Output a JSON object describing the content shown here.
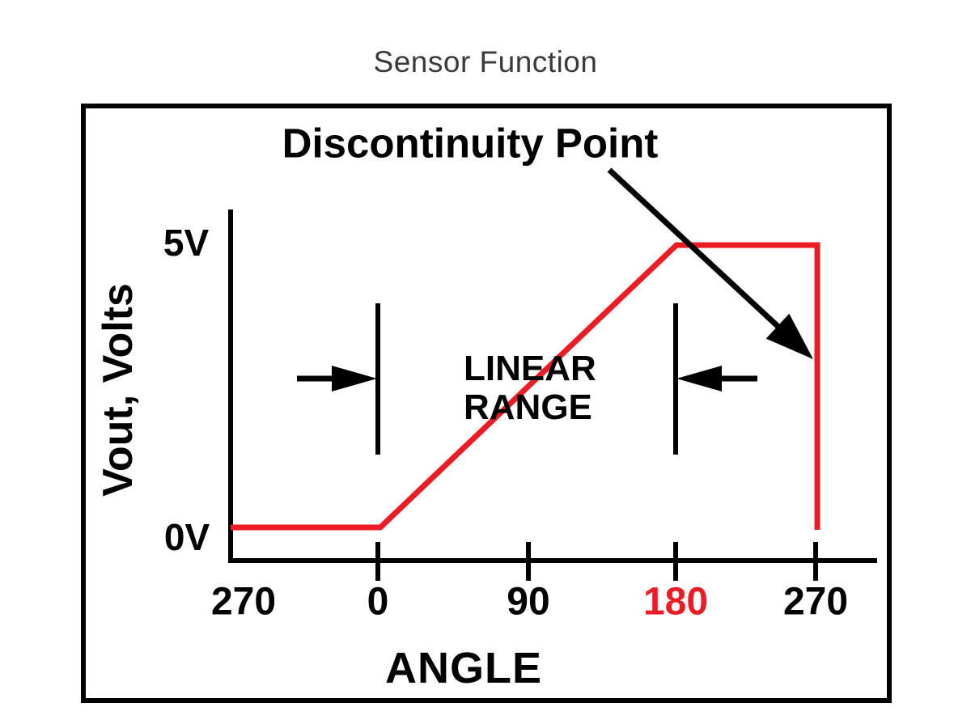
{
  "page": {
    "title": "Sensor Function"
  },
  "chart": {
    "heading": "Discontinuity Point",
    "y_axis": {
      "label": "Vout, Volts",
      "top_tick": "5V",
      "bottom_tick": "0V"
    },
    "x_axis": {
      "label": "ANGLE",
      "ticks": [
        {
          "label": "270",
          "highlight": false
        },
        {
          "label": "0",
          "highlight": false
        },
        {
          "label": "90",
          "highlight": false
        },
        {
          "label": "180",
          "highlight": true
        },
        {
          "label": "270",
          "highlight": false
        }
      ]
    },
    "range_annotation": {
      "line1": "LINEAR",
      "line2": "RANGE"
    }
  },
  "colors": {
    "curve-red": "#EC1C24",
    "tick-highlight": "#EC1C24",
    "ink": "#000000",
    "title-ink": "#3A3A3A"
  },
  "chart_data": {
    "type": "line",
    "title": "Sensor Function",
    "xlabel": "ANGLE",
    "ylabel": "Vout, Volts",
    "x_tick_labels": [
      "270",
      "0",
      "90",
      "180",
      "270"
    ],
    "x_tick_values_deg": [
      -90,
      0,
      90,
      180,
      270
    ],
    "y_tick_labels": [
      "0V",
      "5V"
    ],
    "ylim_volts": [
      0,
      5
    ],
    "grid": false,
    "legend": "none",
    "series": [
      {
        "name": "Vout vs Angle",
        "color": "#EC1C24",
        "points_deg_volts": [
          [
            -90,
            0
          ],
          [
            0,
            0
          ],
          [
            180,
            5
          ],
          [
            270,
            5
          ],
          [
            270,
            0
          ]
        ]
      }
    ],
    "annotations": [
      {
        "type": "arrow",
        "text": "Discontinuity Point",
        "target_deg": 270,
        "target_volts_mid": 2.5
      },
      {
        "type": "range",
        "text": "LINEAR RANGE",
        "from_deg": 0,
        "to_deg": 180
      }
    ]
  }
}
